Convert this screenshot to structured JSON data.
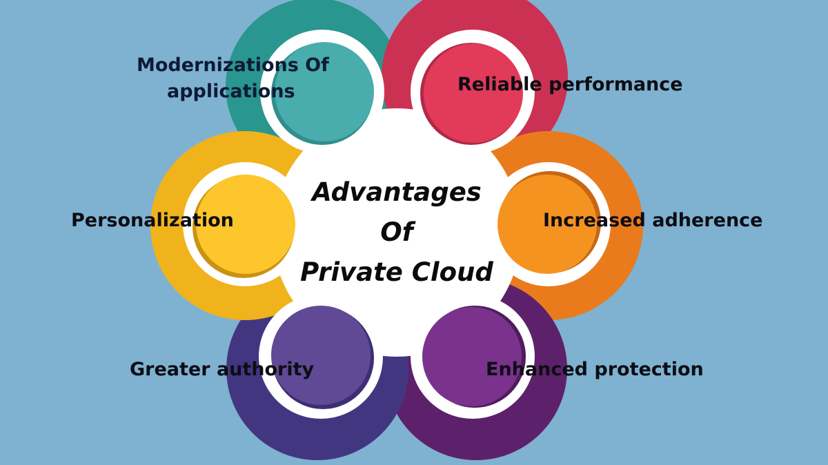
{
  "title": {
    "line1": "Advantages",
    "line2": "Of",
    "line3": "Private Cloud"
  },
  "petals": [
    {
      "label_line1": "Modernizations Of",
      "label_line2": "applications",
      "color": "#2a9690",
      "inner": "#49adad"
    },
    {
      "label": "Reliable performance",
      "color": "#cb3152",
      "inner": "#e23a59"
    },
    {
      "label": "Increased adherence",
      "color": "#e97b1d",
      "inner": "#f59321"
    },
    {
      "label": "Enhanced protection",
      "color": "#5d216b",
      "inner": "#7a328c"
    },
    {
      "label": "Greater authority",
      "color": "#433681",
      "inner": "#604a96"
    },
    {
      "label": "Personalization",
      "color": "#f0b31b",
      "inner": "#fcc62c"
    }
  ],
  "background": "#7fb2d0"
}
